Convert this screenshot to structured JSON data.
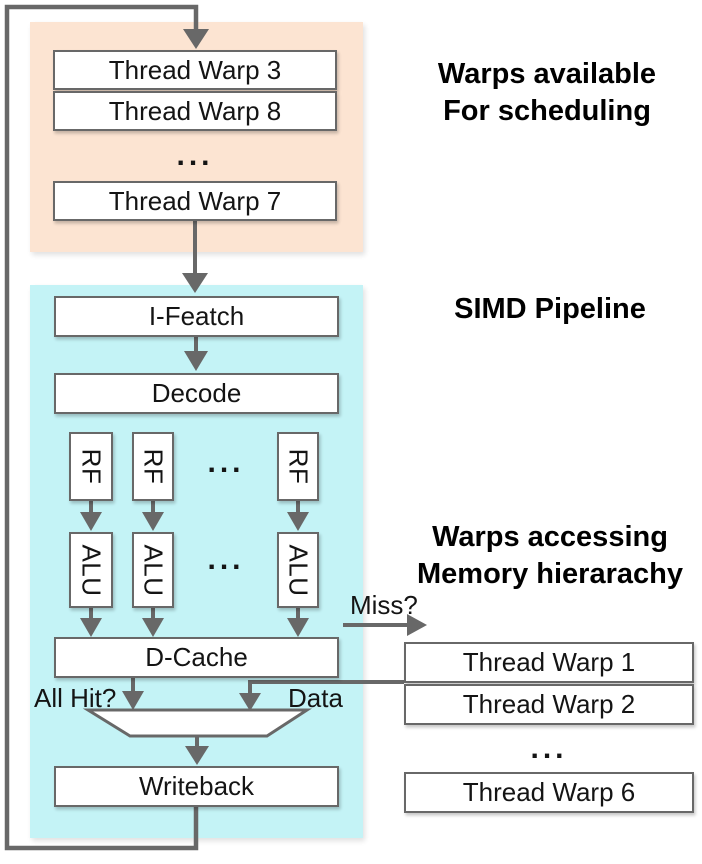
{
  "colors": {
    "peach_bg": "#fce4d2",
    "cyan_bg": "#c4f3f6",
    "line_gray": "#686868",
    "box_fill": "#ffffff",
    "text": "#141414"
  },
  "scheduler_pool": {
    "title_line1": "Warps available",
    "title_line2": "For scheduling",
    "warps": [
      "Thread Warp 3",
      "Thread Warp 8",
      "Thread Warp 7"
    ],
    "ellipsis": "..."
  },
  "pipeline": {
    "title": "SIMD Pipeline",
    "fetch": "I-Featch",
    "decode": "Decode",
    "rf": "RF",
    "alu": "ALU",
    "dcache": "D-Cache",
    "writeback": "Writeback",
    "ellipsis": "..."
  },
  "memory_pool": {
    "title_line1": "Warps accessing",
    "title_line2": "Memory hierarachy",
    "warps": [
      "Thread Warp 1",
      "Thread Warp 2",
      "Thread Warp 6"
    ],
    "ellipsis": "..."
  },
  "edge_labels": {
    "miss": "Miss?",
    "all_hit": "All Hit?",
    "data": "Data"
  }
}
